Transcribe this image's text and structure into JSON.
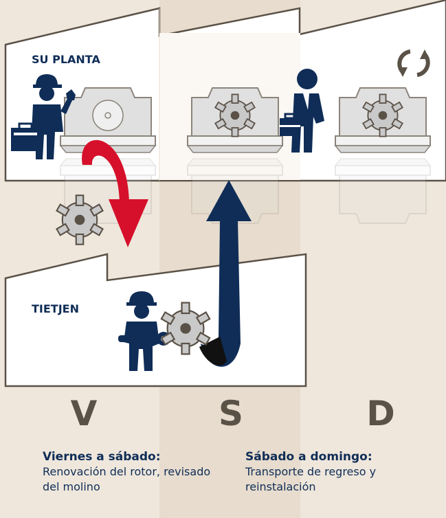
{
  "plant": {
    "label": "SU PLANTA"
  },
  "tietjen": {
    "label": "TIETJEN"
  },
  "days": {
    "friday": "V",
    "saturday": "S",
    "sunday": "D"
  },
  "steps": [
    {
      "title": "Viernes a sábado:",
      "body": "Renovación del rotor, revisado del molino"
    },
    {
      "title": "Sábado a domingo:",
      "body": "Transporte de regreso y reinstalación"
    }
  ],
  "colors": {
    "background": "#efe7dc",
    "middle_column": "#e7dccd",
    "building": "#ffffff",
    "outline": "#5a5147",
    "navy": "#0f2d57",
    "red": "#d6102b",
    "machine_gray": "#c9c9c9"
  },
  "icons": [
    "refresh-icon",
    "technician-with-toolbox-icon",
    "technician-with-briefcase-icon",
    "mechanic-with-wrench-icon",
    "rotor-icon",
    "grinding-mill-icon"
  ]
}
